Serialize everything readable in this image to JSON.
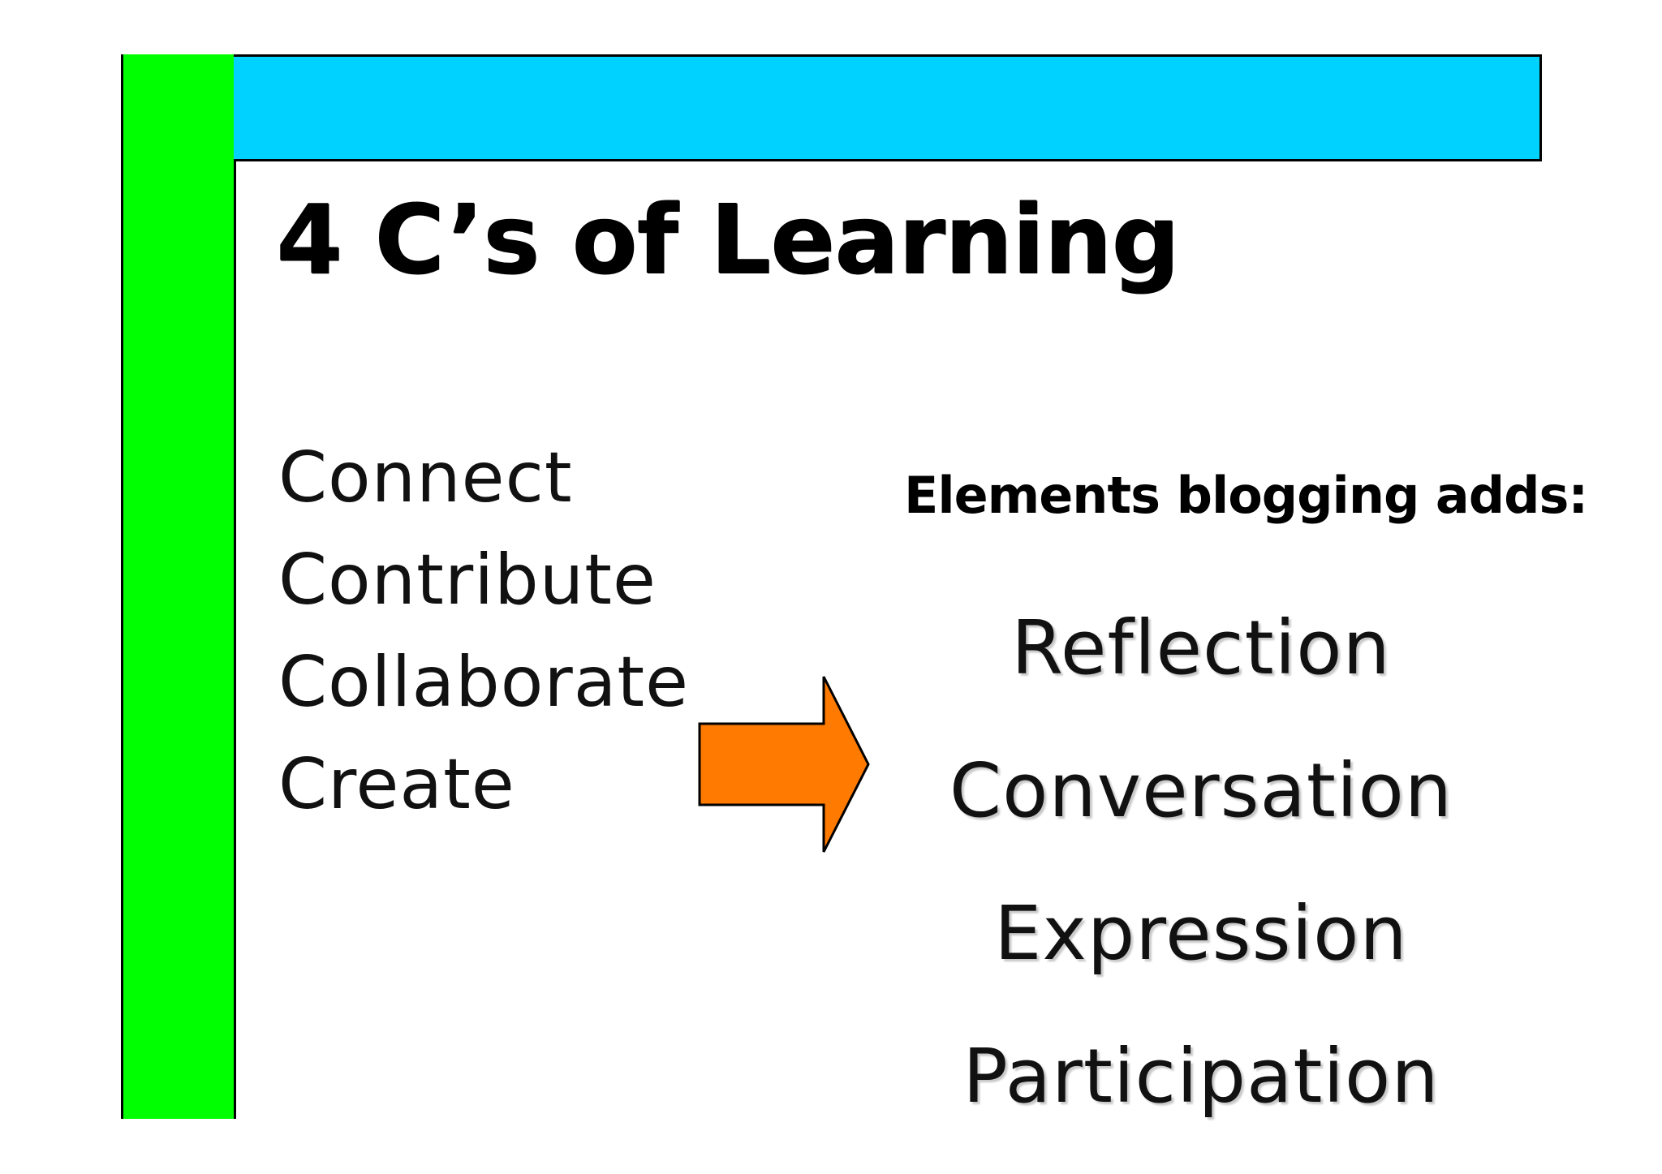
{
  "slide": {
    "title": "4 C’s of Learning",
    "learning_cs": [
      "Connect",
      "Contribute",
      "Collaborate",
      "Create"
    ],
    "elements_heading": "Elements blogging adds:",
    "elements": [
      "Reflection",
      "Conversation",
      "Expression",
      "Participation"
    ]
  },
  "colors": {
    "left_bar": "#00ff00",
    "top_bar": "#00d2ff",
    "arrow": "#ff7a00"
  },
  "icons": {
    "arrow": "right-arrow-icon"
  }
}
